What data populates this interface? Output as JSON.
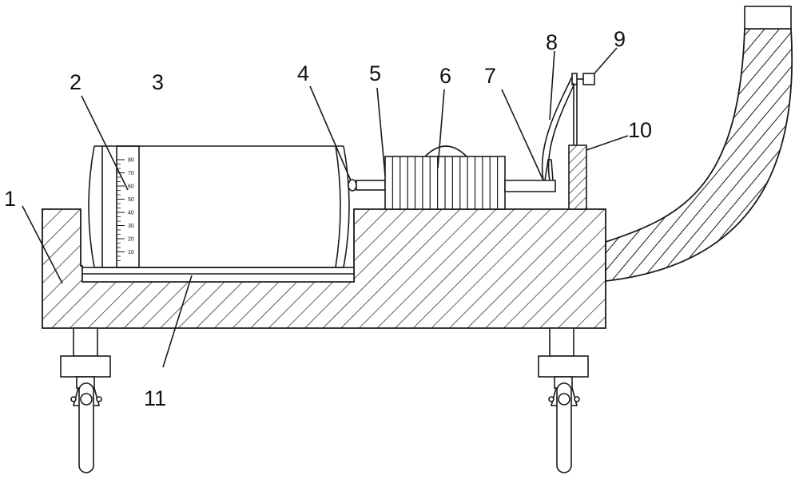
{
  "labels": {
    "l1": "1",
    "l2": "2",
    "l3": "3",
    "l4": "4",
    "l5": "5",
    "l6": "6",
    "l7": "7",
    "l8": "8",
    "l9": "9",
    "l10": "10",
    "l11": "11"
  },
  "scale_ticks": [
    "80",
    "70",
    "60",
    "50",
    "40",
    "30",
    "20",
    "10"
  ]
}
